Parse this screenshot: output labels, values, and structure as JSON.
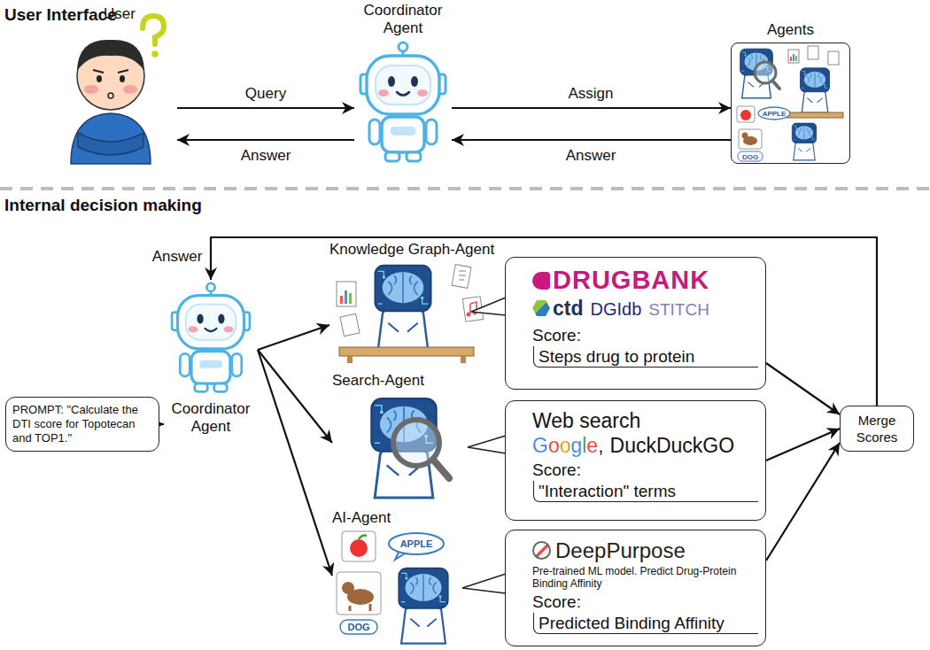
{
  "diagram": {
    "nodes": [
      {
        "text": [
          "User"
        ]
      },
      {
        "text": [
          "Coordinator Agent"
        ]
      },
      {
        "text": [
          "Agents"
        ]
      },
      {
        "text": [
          "PROMPT: \"Calculate the DTI score for Topotecan and TOP1.\""
        ]
      },
      {
        "text": [
          "Coordinator Agent"
        ]
      },
      {
        "text": [
          "Knowledge Graph-Agent"
        ]
      },
      {
        "text": [
          "DRUGBANK",
          "ctd",
          "DGIdb",
          "STITCH",
          "Score:",
          "Steps drug to protein"
        ]
      },
      {
        "text": [
          "Search-Agent"
        ]
      },
      {
        "text": [
          "Web search",
          "Google,",
          "DuckDuckGO",
          "Score:",
          "\"Interaction\" terms"
        ]
      },
      {
        "text": [
          "AI-Agent"
        ]
      },
      {
        "text": [
          "DeepPurpose",
          "Pre-trained ML model. Predict Drug-Protein Binding Affinity",
          "Score:",
          "Predicted Binding Affinity"
        ]
      },
      {
        "text": [
          "Merge Scores"
        ]
      }
    ],
    "edges": [
      {
        "from": 0,
        "to": 1,
        "label": "Query",
        "arrow": "to"
      },
      {
        "from": 1,
        "to": 0,
        "label": "Answer",
        "arrow": "to"
      },
      {
        "from": 1,
        "to": 2,
        "label": "Assign",
        "arrow": "to"
      },
      {
        "from": 2,
        "to": 1,
        "label": "Answer",
        "arrow": "to"
      },
      {
        "from": 3,
        "to": 4,
        "arrow": "to"
      },
      {
        "from": 4,
        "to": 5,
        "arrow": "to"
      },
      {
        "from": 4,
        "to": 7,
        "arrow": "to"
      },
      {
        "from": 4,
        "to": 9,
        "arrow": "to"
      },
      {
        "from": 6,
        "to": 11,
        "arrow": "to"
      },
      {
        "from": 8,
        "to": 11,
        "arrow": "to"
      },
      {
        "from": 10,
        "to": 11,
        "arrow": "to"
      },
      {
        "from": 11,
        "to": 4,
        "label": "Answer",
        "arrow": "to"
      }
    ],
    "labels": [
      "User Interface",
      "Internal decision making",
      "APPLE",
      "DOG",
      "APPLE",
      "DOG"
    ]
  }
}
